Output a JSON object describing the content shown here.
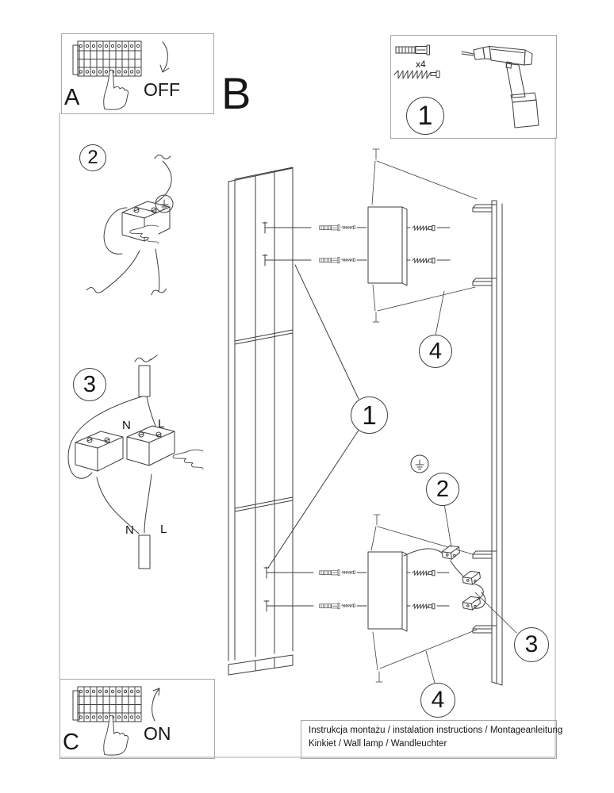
{
  "labels": {
    "section_a": "A",
    "section_b": "B",
    "section_c": "C",
    "power_off": "OFF",
    "power_on": "ON",
    "dowel_quantity": "x4",
    "wire_neutral": "N",
    "wire_live": "L"
  },
  "steps": {
    "step1": "1",
    "step2": "2",
    "step3": "3",
    "step4": "4"
  },
  "footer": {
    "line1": "Instrukcja montażu / instalation instructions / Montageanleitung",
    "line2": "Kinkiet / Wall lamp / Wandleuchter"
  },
  "colors": {
    "bg": "#ffffff",
    "line": "#3f3f3f",
    "text": "#161616",
    "border": "#a9a9a9"
  }
}
